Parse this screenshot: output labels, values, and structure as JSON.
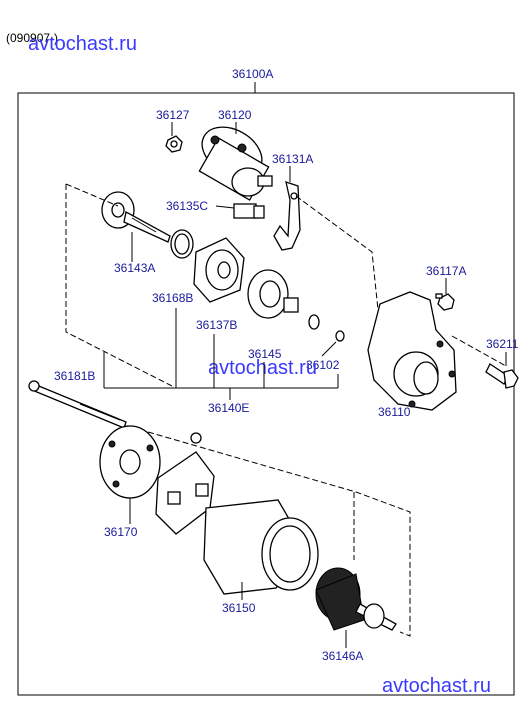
{
  "header": {
    "date_code": "(090907-)",
    "watermark_top": "avtochast.ru",
    "watermark_mid": "avtochast.ru",
    "watermark_bottom": "avtochast.ru"
  },
  "assembly_label": "36100A",
  "part_labels": {
    "p36127": "36127",
    "p36120": "36120",
    "p36131A": "36131A",
    "p36135C": "36135C",
    "p36143A": "36143A",
    "p36168B": "36168B",
    "p36137B": "36137B",
    "p36117A": "36117A",
    "p36211": "36211",
    "p36145": "36145",
    "p36102": "36102",
    "p36181B": "36181B",
    "p36140E": "36140E",
    "p36110": "36110",
    "p36170": "36170",
    "p36150": "36150",
    "p36146A": "36146A"
  }
}
